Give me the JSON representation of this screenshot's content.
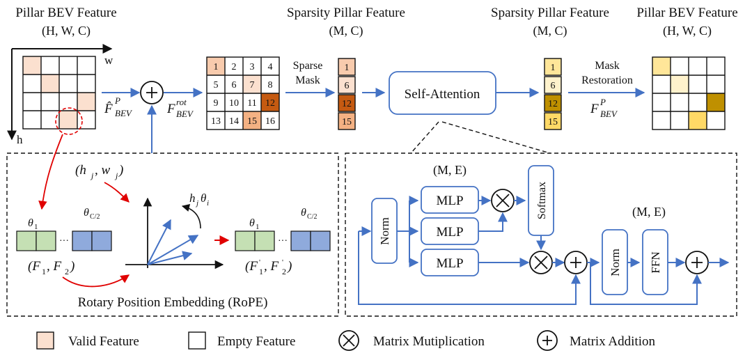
{
  "titles": {
    "pillar_bev_left": "Pillar BEV Feature",
    "pillar_bev_left_dims": "(H, W, C)",
    "sparsity_1": "Sparsity Pillar Feature",
    "sparsity_1_dims": "(M, C)",
    "sparsity_2": "Sparsity Pillar Feature",
    "sparsity_2_dims": "(M, C)",
    "pillar_bev_right": "Pillar BEV Feature",
    "pillar_bev_right_dims": "(H, W, C)"
  },
  "axes": {
    "w": "w",
    "h": "h"
  },
  "labels": {
    "f_bev_p": "F̂",
    "f_bev_p_sup": "P",
    "f_bev_p_sub": "BEV",
    "f_rot": "F",
    "f_rot_sup": "rot",
    "f_rot_sub": "BEV",
    "sparse_mask_1": "Sparse",
    "sparse_mask_2": "Mask",
    "self_attention": "Self-Attention",
    "mask_restoration_1": "Mask",
    "mask_restoration_2": "Restoration",
    "f_out": "F",
    "f_out_sup": "P",
    "f_out_sub": "BEV"
  },
  "grid_numbers": [
    "1",
    "2",
    "3",
    "4",
    "5",
    "6",
    "7",
    "8",
    "9",
    "10",
    "11",
    "12",
    "13",
    "14",
    "15",
    "16"
  ],
  "sparse_values_1": [
    "1",
    "6",
    "12",
    "15"
  ],
  "sparse_values_2": [
    "1",
    "6",
    "12",
    "15"
  ],
  "rope": {
    "coord": "(h",
    "coord_j": "j",
    "coord_mid": ", w",
    "coord_j2": "j",
    "coord_end": ")",
    "theta_1": "θ",
    "theta_1_sub": "1",
    "theta_c": "θ",
    "theta_c_sub": "C/2",
    "dots": "···",
    "rot_label": "h",
    "rot_label_j": "j",
    "rot_label_theta": "θ",
    "rot_label_i": "i",
    "f_pair": "(F",
    "f_pair_1": "1",
    "f_pair_mid": ", F",
    "f_pair_2": "2",
    "f_pair_end": ")",
    "fp_pair": "(F",
    "fp_pair_1": "1",
    "fp_pair_mid": ", F",
    "fp_pair_2": "2",
    "fp_pair_end": ")",
    "caption": "Rotary Position Embedding (RoPE)"
  },
  "attention": {
    "me_1": "(M, E)",
    "me_2": "(M, E)",
    "norm": "Norm",
    "mlp": "MLP",
    "softmax": "Softmax",
    "norm2": "Norm",
    "ffn": "FFN"
  },
  "legend": {
    "valid": "Valid Feature",
    "empty": "Empty Feature",
    "matmul": "Matrix Mutiplication",
    "matadd": "Matrix Addition"
  },
  "colors": {
    "blue_line": "#4472c4",
    "red_line": "#e00000",
    "valid_fill": "#fbe0cf",
    "orange_light": "#f8cbad",
    "orange_mid": "#f4b183",
    "orange_dark": "#c55a11",
    "yellow_light": "#fff2cc",
    "yellow_mid": "#ffd966",
    "yellow_dark": "#bf9000",
    "green_fill": "#c5e0b4",
    "blue_fill": "#8faadc"
  }
}
